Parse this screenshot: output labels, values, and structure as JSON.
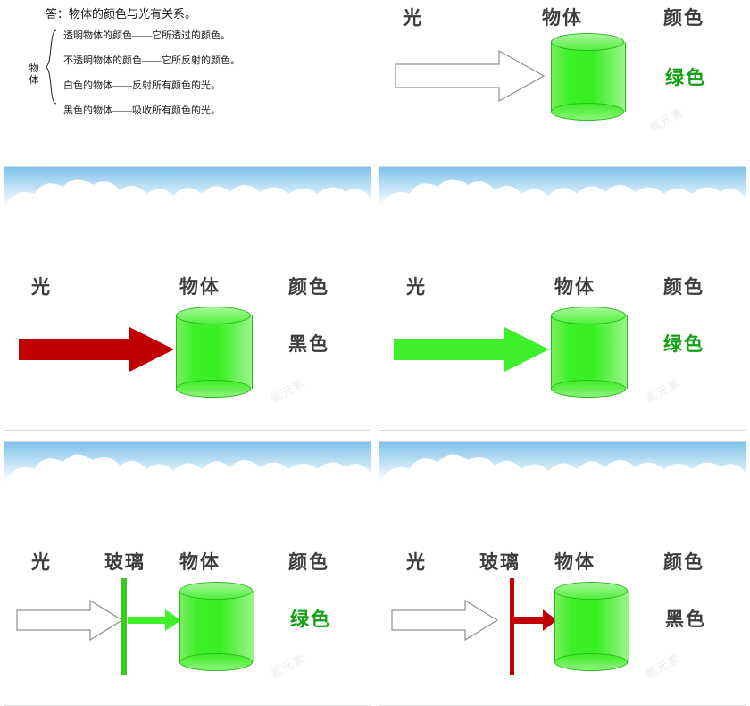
{
  "deck": {
    "watermark": "氪元素",
    "slides": [
      {
        "id": "slide-1",
        "answer_line": "答：物体的颜色与光有关系。",
        "brace_label": "物体",
        "items": [
          "透明物体的颜色——它所透过的颜色。",
          "不透明物体的颜色——它所反射的颜色。",
          "白色的物体——反射所有颜色的光。",
          "黑色的物体——吸收所有颜色的光。"
        ]
      },
      {
        "id": "slide-2",
        "headers": [
          "光",
          "物体",
          "颜色"
        ],
        "arrow": {
          "type": "outline-arrow",
          "color": "#ffffff",
          "stroke": "#808080"
        },
        "result": {
          "text": "绿色",
          "color": "#12a112"
        },
        "object": {
          "name": "green-cylinder",
          "color": "#3ef02a"
        }
      },
      {
        "id": "slide-3",
        "headers": [
          "光",
          "物体",
          "颜色"
        ],
        "arrow": {
          "type": "solid-arrow",
          "color": "#c00000"
        },
        "result": {
          "text": "黑色",
          "color": "#3d3d3d"
        },
        "object": {
          "name": "green-cylinder",
          "color": "#3ef02a"
        }
      },
      {
        "id": "slide-4",
        "headers": [
          "光",
          "物体",
          "颜色"
        ],
        "arrow": {
          "type": "solid-arrow",
          "color": "#3ef02a"
        },
        "result": {
          "text": "绿色",
          "color": "#12a112"
        },
        "object": {
          "name": "green-cylinder",
          "color": "#3ef02a"
        }
      },
      {
        "id": "slide-5",
        "headers": [
          "光",
          "玻璃",
          "物体",
          "颜色"
        ],
        "arrow_in": {
          "type": "outline-arrow",
          "color": "#ffffff",
          "stroke": "#808080"
        },
        "barrier": {
          "name": "green-glass-bar",
          "color": "#3ec91e"
        },
        "arrow_out": {
          "type": "solid-arrow",
          "color": "#3ef02a"
        },
        "result": {
          "text": "绿色",
          "color": "#12a112"
        },
        "object": {
          "name": "green-cylinder",
          "color": "#3ef02a"
        }
      },
      {
        "id": "slide-6",
        "headers": [
          "光",
          "玻璃",
          "物体",
          "颜色"
        ],
        "arrow_in": {
          "type": "outline-arrow",
          "color": "#ffffff",
          "stroke": "#808080"
        },
        "barrier": {
          "name": "red-glass-bar",
          "color": "#c00000"
        },
        "arrow_out": {
          "type": "solid-arrow",
          "color": "#c00000"
        },
        "result": {
          "text": "黑色",
          "color": "#3d3d3d"
        },
        "object": {
          "name": "green-cylinder",
          "color": "#3ef02a"
        }
      }
    ]
  }
}
